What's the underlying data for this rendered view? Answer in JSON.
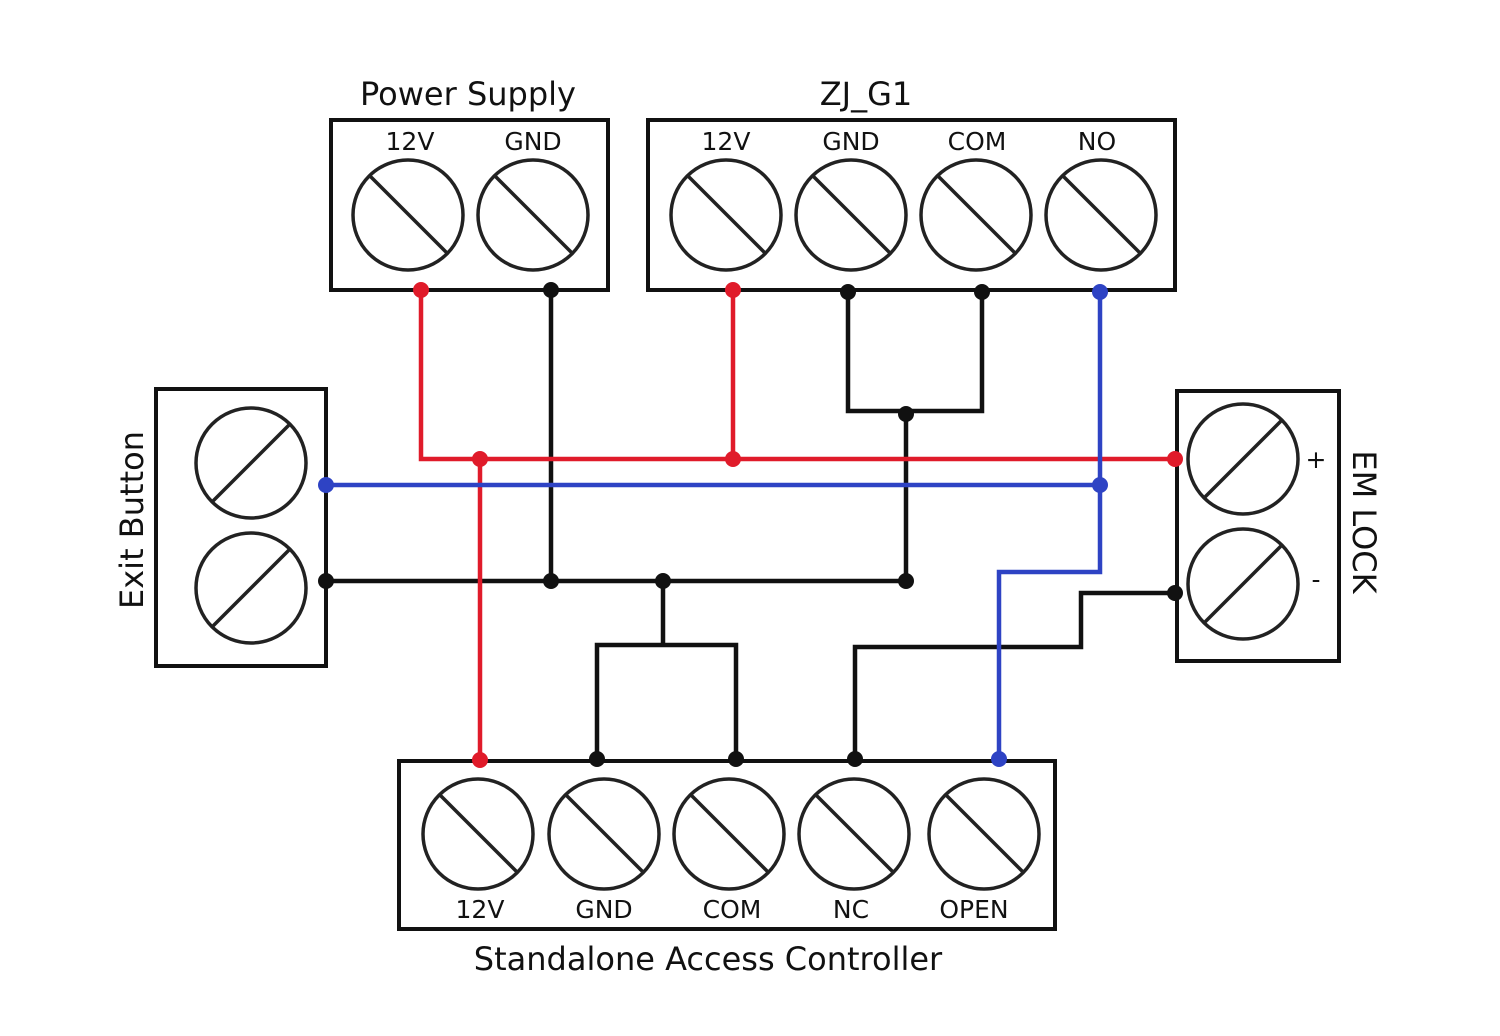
{
  "colors": {
    "positive": "#e01b2a",
    "ground": "#111111",
    "signal": "#2e43c4",
    "outline": "#111111"
  },
  "components": {
    "power_supply": {
      "title": "Power Supply",
      "terminals": [
        "12V",
        "GND"
      ]
    },
    "zj_g1": {
      "title": "ZJ_G1",
      "terminals": [
        "12V",
        "GND",
        "COM",
        "NO"
      ]
    },
    "exit_button": {
      "title": "Exit Button",
      "terminals": [
        "",
        ""
      ]
    },
    "em_lock": {
      "title": "EM LOCK",
      "terminals": [
        "+",
        "-"
      ]
    },
    "controller": {
      "title": "Standalone Access Controller",
      "terminals": [
        "12V",
        "GND",
        "COM",
        "NC",
        "OPEN"
      ]
    }
  },
  "connections": [
    {
      "net": "12V",
      "color": "positive",
      "from": "Power Supply 12V",
      "to": [
        "ZJ_G1 12V",
        "EM LOCK +",
        "Standalone Access Controller 12V"
      ]
    },
    {
      "net": "GND",
      "color": "ground",
      "from": "Power Supply GND",
      "to": [
        "Exit Button 2",
        "ZJ_G1 GND",
        "ZJ_G1 COM",
        "Standalone Access Controller GND",
        "Standalone Access Controller COM"
      ]
    },
    {
      "net": "OPEN",
      "color": "signal",
      "from": "Exit Button 1",
      "to": [
        "ZJ_G1 NO",
        "Standalone Access Controller OPEN"
      ]
    },
    {
      "net": "LOCK-",
      "color": "ground",
      "from": "EM LOCK -",
      "to": [
        "Standalone Access Controller NC"
      ]
    }
  ]
}
